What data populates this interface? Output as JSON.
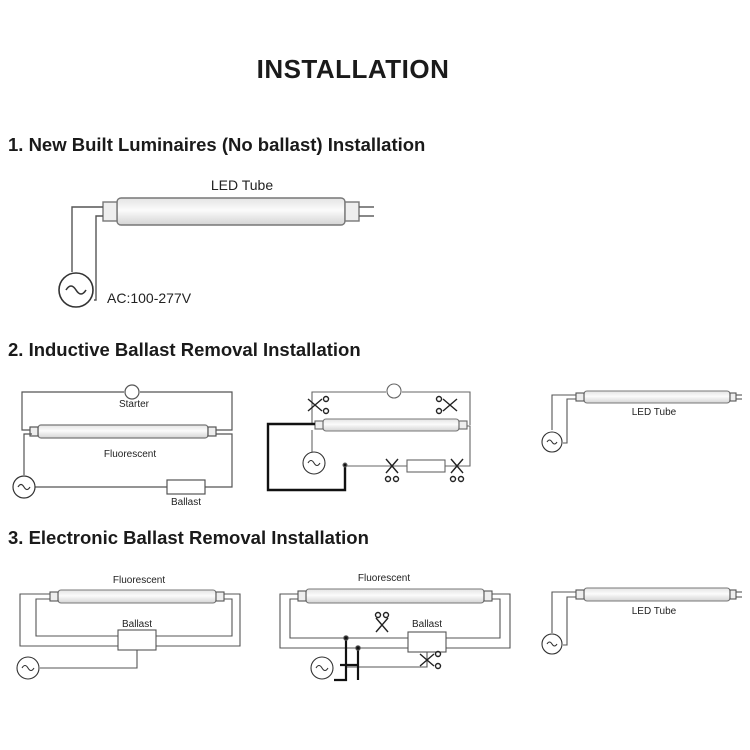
{
  "title": "INSTALLATION",
  "sections": [
    {
      "heading": "1. New Built Luminaires (No ballast) Installation",
      "tube_label": "LED Tube",
      "voltage_label": "AC:100-277V"
    },
    {
      "heading": "2. Inductive Ballast Removal Installation",
      "starter_label": "Starter",
      "fluorescent_label": "Fluorescent",
      "ballast_label": "Ballast",
      "led_tube_label": "LED Tube"
    },
    {
      "heading": "3. Electronic Ballast Removal Installation",
      "fluorescent_label_a": "Fluorescent",
      "ballast_label_a": "Ballast",
      "fluorescent_label_b": "Fluorescent",
      "ballast_label_b": "Ballast",
      "led_tube_label": "LED Tube"
    }
  ],
  "ac_symbol": "~",
  "colors": {
    "wire": "#555555",
    "heavy_wire": "#111111",
    "tube_fill": "#f2f2f2",
    "tube_stroke": "#777777"
  }
}
